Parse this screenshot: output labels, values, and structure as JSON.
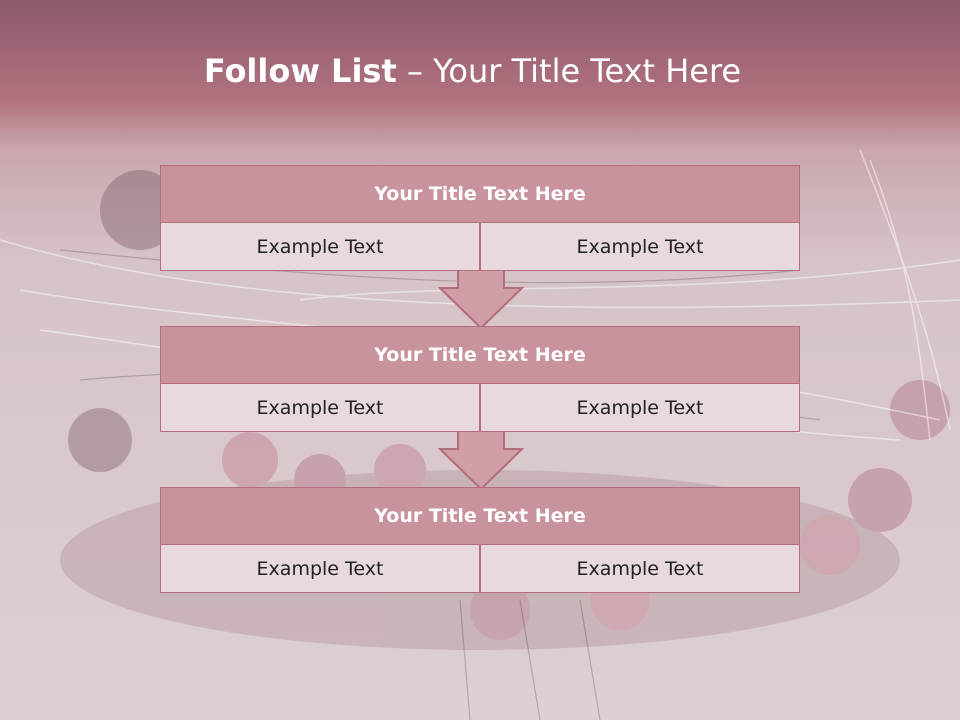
{
  "title": {
    "main": "Follow List",
    "sub": " – Your Title Text Here"
  },
  "steps": [
    {
      "title": "Your Title Text Here",
      "left": "Example Text",
      "right": "Example Text"
    },
    {
      "title": "Your Title Text Here",
      "left": "Example Text",
      "right": "Example Text"
    },
    {
      "title": "Your Title Text Here",
      "left": "Example Text",
      "right": "Example Text"
    }
  ],
  "colors": {
    "header": "#c8939d",
    "cell": "#e8d9dc",
    "border": "#b46d7c",
    "arrow": "#cf9ea7"
  }
}
